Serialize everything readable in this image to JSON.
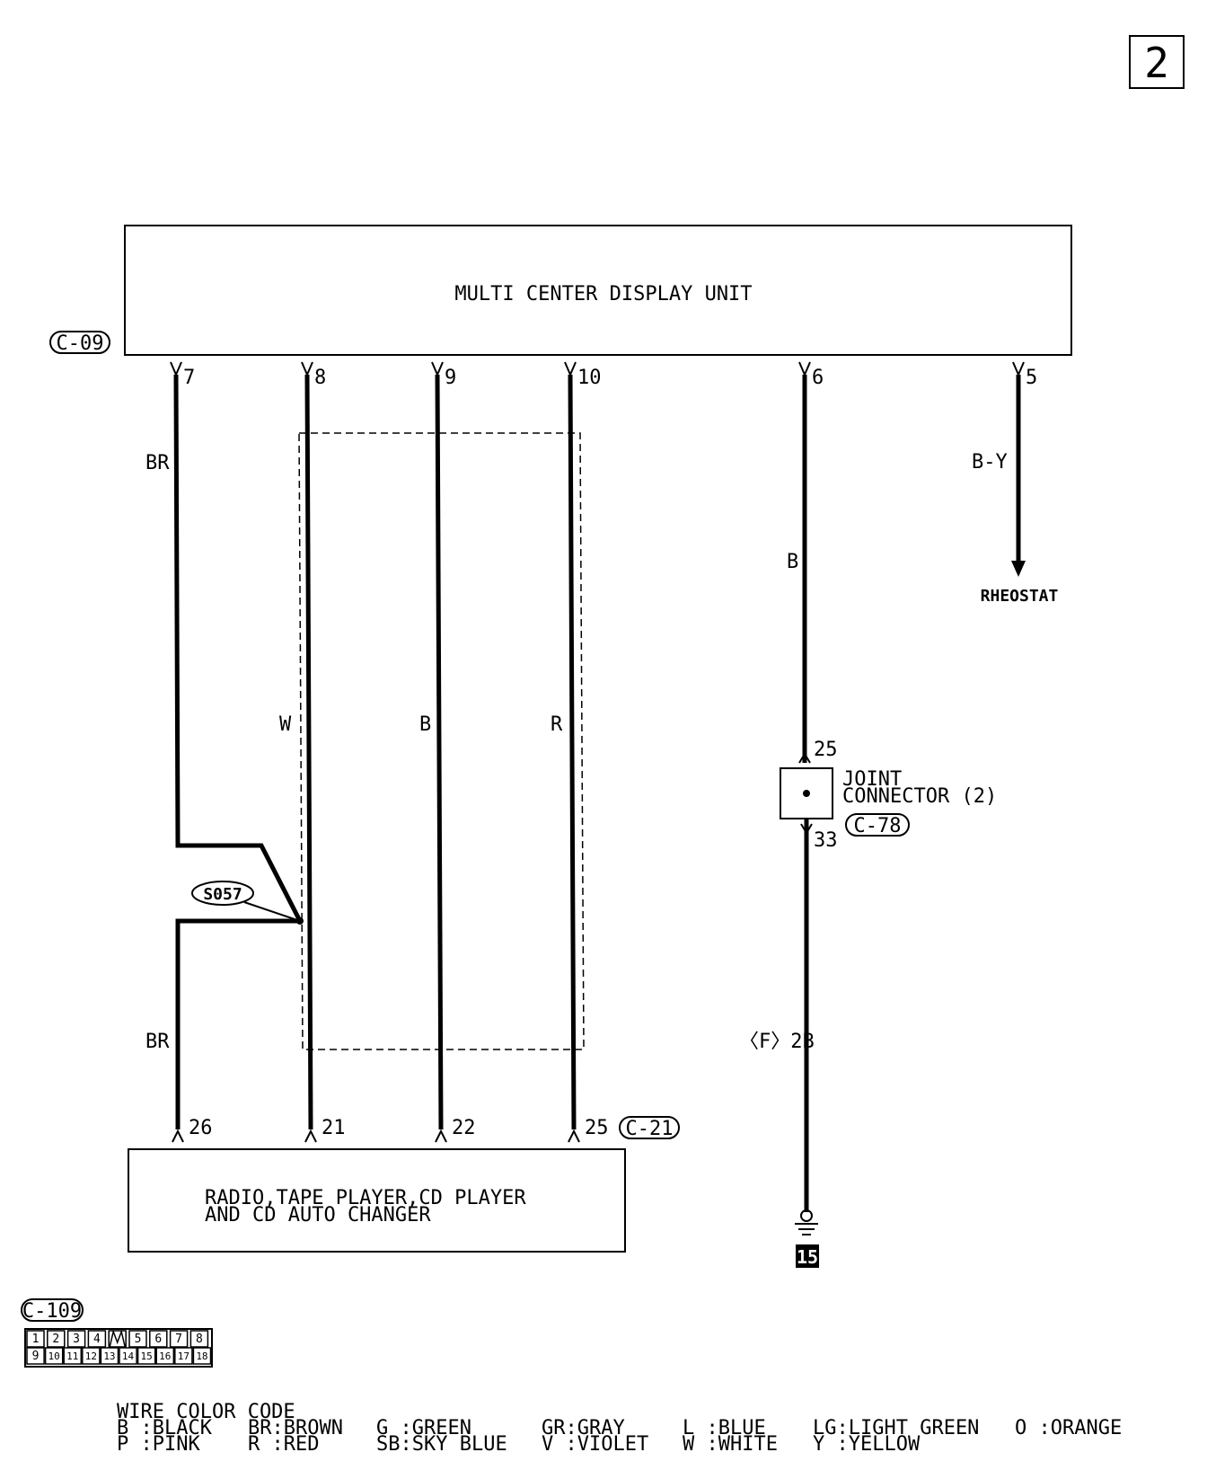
{
  "page_number": "2",
  "display_unit": {
    "label": "MULTI CENTER DISPLAY UNIT",
    "connector": "C-09"
  },
  "pins_top": {
    "p7": "7",
    "p8": "8",
    "p9": "9",
    "p10": "10",
    "p6": "6",
    "p5": "5"
  },
  "wire_colors": {
    "br_upper": "BR",
    "w": "W",
    "b_mid": "B",
    "r": "R",
    "b_right": "B",
    "by": "B-Y",
    "br_lower": "BR",
    "f2b": "〈F〉2B"
  },
  "rheostat": "RHEOSTAT",
  "joint_connector": {
    "line1": "JOINT",
    "line2": "CONNECTOR (2)",
    "connector": "C-78",
    "pin_top": "25",
    "pin_bottom": "33"
  },
  "splice": "S057",
  "pins_bottom": {
    "p26": "26",
    "p21": "21",
    "p22": "22",
    "p25": "25"
  },
  "radio_connector": "C-21",
  "radio": {
    "line1": "RADIO,TAPE PLAYER,CD PLAYER",
    "line2": "AND CD AUTO CHANGER"
  },
  "ground_number": "15",
  "connector_view": {
    "label": "C-109",
    "row1": [
      "1",
      "2",
      "3",
      "4",
      "",
      "5",
      "6",
      "7",
      "8"
    ],
    "row2": [
      "9",
      "10",
      "11",
      "12",
      "13",
      "14",
      "15",
      "16",
      "17",
      "18"
    ]
  },
  "legend": {
    "title": "WIRE COLOR CODE",
    "col1a": "B :BLACK",
    "col1b": "P :PINK",
    "col2a": "BR:BROWN",
    "col2b": "R :RED",
    "col3a": "G :GREEN",
    "col3b": "SB:SKY BLUE",
    "col4a": "GR:GRAY",
    "col4b": "V :VIOLET",
    "col5a": "L :BLUE",
    "col5b": "W :WHITE",
    "col6a": "LG:LIGHT GREEN",
    "col6b": "Y :YELLOW",
    "col7a": "O :ORANGE"
  }
}
